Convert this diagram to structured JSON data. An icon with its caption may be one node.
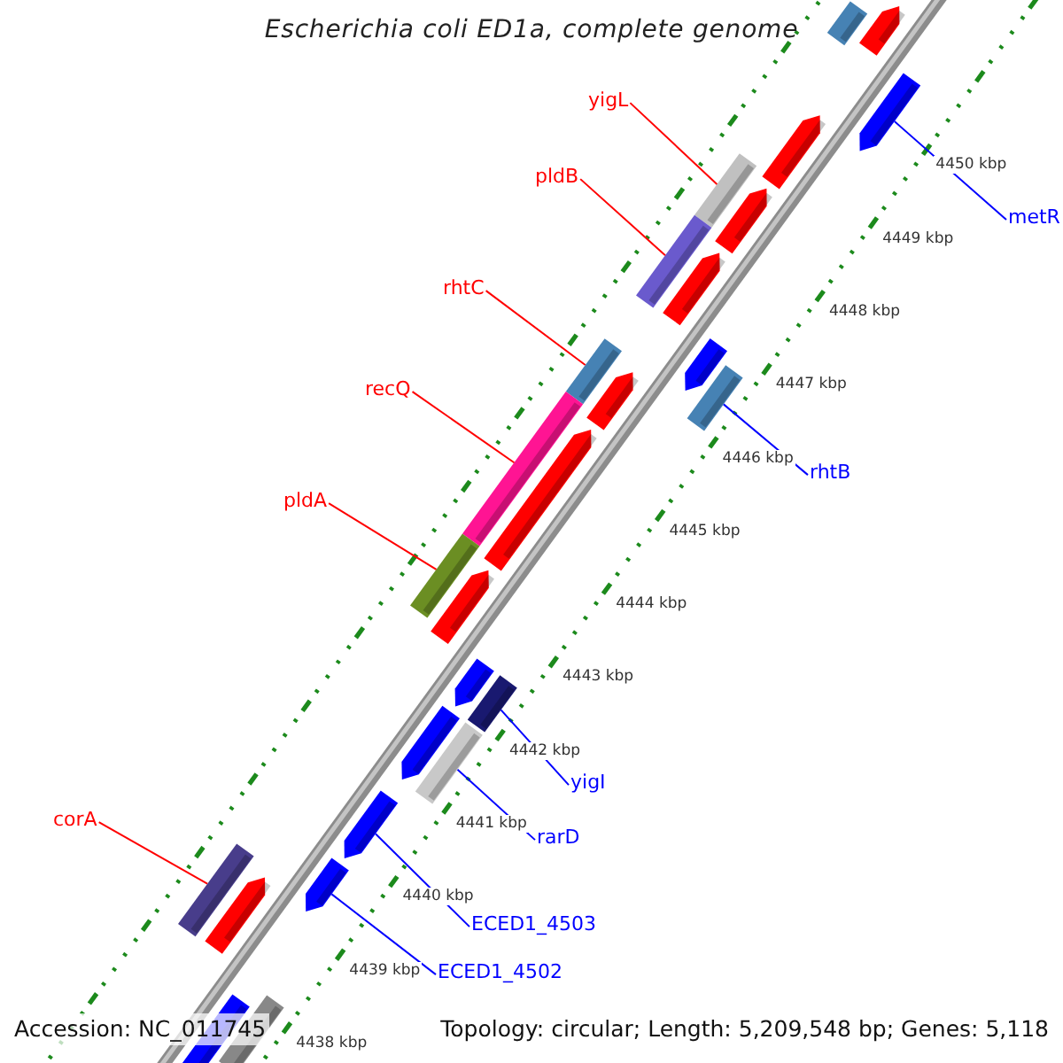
{
  "diagram": {
    "title": "Escherichia coli ED1a, complete genome",
    "nodes": [
      {
        "text": [
          "yigL"
        ]
      },
      {
        "text": [
          "pldB"
        ]
      },
      {
        "text": [
          "metR"
        ]
      },
      {
        "text": [
          "rhtC"
        ]
      },
      {
        "text": [
          "recQ"
        ]
      },
      {
        "text": [
          "rhtB"
        ]
      },
      {
        "text": [
          "pldA"
        ]
      },
      {
        "text": [
          "yigI"
        ]
      },
      {
        "text": [
          "corA"
        ]
      },
      {
        "text": [
          "rarD"
        ]
      },
      {
        "text": [
          "ECED1_4503"
        ]
      },
      {
        "text": [
          "ECED1_4502"
        ]
      },
      {
        "text": [],
        "shape": "bar"
      },
      {
        "text": [],
        "shape": "arrow"
      },
      {
        "text": [],
        "shape": "arrow"
      },
      {
        "text": [],
        "shape": "arrow"
      },
      {
        "text": [],
        "shape": "bar"
      },
      {
        "text": [],
        "shape": "arrow"
      },
      {
        "text": [],
        "shape": "bar"
      },
      {
        "text": [],
        "shape": "arrow"
      },
      {
        "text": [],
        "shape": "arrow"
      },
      {
        "text": [],
        "shape": "bar"
      },
      {
        "text": [],
        "shape": "bar"
      },
      {
        "text": [],
        "shape": "arrow"
      },
      {
        "text": [],
        "shape": "bar"
      },
      {
        "text": [],
        "shape": "arrow"
      },
      {
        "text": [],
        "shape": "bar"
      },
      {
        "text": [],
        "shape": "arrow"
      },
      {
        "text": [],
        "shape": "arrow"
      },
      {
        "text": [],
        "shape": "bar"
      },
      {
        "text": [],
        "shape": "arrow"
      },
      {
        "text": [],
        "shape": "bar"
      },
      {
        "text": [],
        "shape": "arrow"
      },
      {
        "text": [],
        "shape": "arrow"
      },
      {
        "text": [],
        "shape": "bar"
      },
      {
        "text": [],
        "shape": "arrow"
      },
      {
        "text": [],
        "shape": "bar"
      },
      {
        "text": [],
        "shape": "arrow"
      }
    ],
    "edges": [
      {
        "from": 0,
        "to": 16,
        "arrow": "none",
        "color": "#ff0000"
      },
      {
        "from": 1,
        "to": 18,
        "arrow": "none",
        "color": "#ff0000"
      },
      {
        "from": 2,
        "to": 14,
        "arrow": "none",
        "color": "#0000ff"
      },
      {
        "from": 3,
        "to": 21,
        "arrow": "none",
        "color": "#ff0000"
      },
      {
        "from": 4,
        "to": 24,
        "arrow": "none",
        "color": "#ff0000"
      },
      {
        "from": 5,
        "to": 22,
        "arrow": "none",
        "color": "#0000ff"
      },
      {
        "from": 6,
        "to": 26,
        "arrow": "none",
        "color": "#ff0000"
      },
      {
        "from": 7,
        "to": 29,
        "arrow": "none",
        "color": "#0000ff"
      },
      {
        "from": 8,
        "to": 34,
        "arrow": "none",
        "color": "#ff0000"
      },
      {
        "from": 9,
        "to": 31,
        "arrow": "none",
        "color": "#0000ff"
      },
      {
        "from": 10,
        "to": 32,
        "arrow": "none",
        "color": "#0000ff"
      },
      {
        "from": 11,
        "to": 33,
        "arrow": "none",
        "color": "#0000ff"
      }
    ],
    "labels": [
      "4450 kbp",
      "4449 kbp",
      "4448 kbp",
      "4447 kbp",
      "4446 kbp",
      "4445 kbp",
      "4444 kbp",
      "4443 kbp",
      "4442 kbp",
      "4441 kbp",
      "4440 kbp",
      "4439 kbp",
      "4438 kbp",
      "Accession: NC_011745",
      "Topology: circular; Length: 5,209,548 bp; Genes: 5,118"
    ]
  }
}
